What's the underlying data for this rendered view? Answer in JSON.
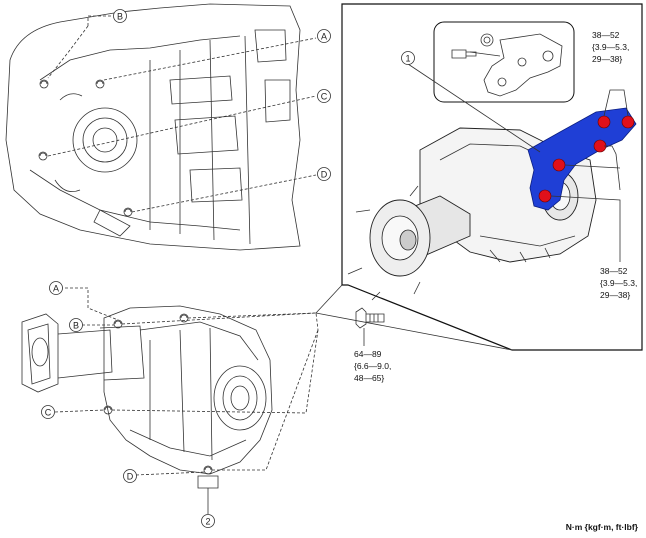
{
  "callouts": {
    "A": "A",
    "B": "B",
    "C": "C",
    "D": "D",
    "part1": "1",
    "part2": "2"
  },
  "torque": {
    "upper_right": [
      "38—52",
      "{3.9—5.3,",
      "29—38}"
    ],
    "lower_right": [
      "38—52",
      "{3.9—5.3,",
      "29—38}"
    ],
    "bolt_mount": [
      "64—89",
      "{6.6—9.0,",
      "48—65}"
    ]
  },
  "unit_note": "N·m {kgf·m, ft·lbf}",
  "colors": {
    "bracket_blue": "#1f3fd6",
    "bolt_red": "#e0101a"
  }
}
